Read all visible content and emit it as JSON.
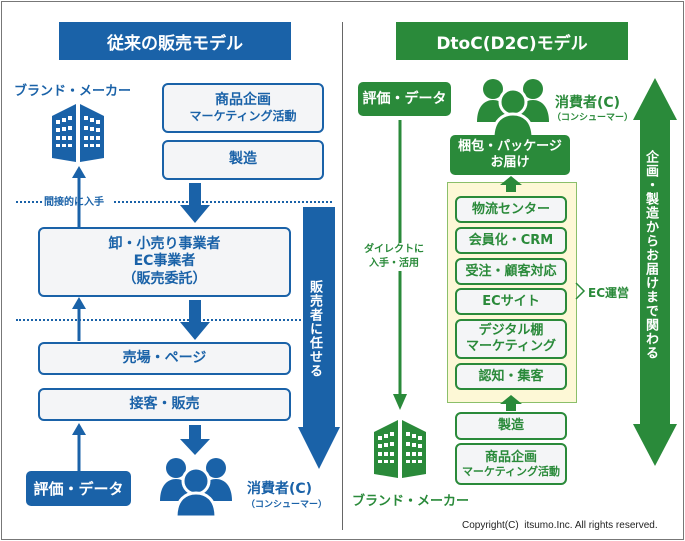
{
  "colors": {
    "traditional_blue": "#1a62a8",
    "d2c_green": "#2a8a3a",
    "ec_panel_bg": "#fdf8d6",
    "box_bg": "#f4f5f7"
  },
  "traditional": {
    "title": "従来の販売モデル",
    "brand_label": "ブランド・メーカー",
    "planning_line1": "商品企画",
    "planning_line2": "マーケティング活動",
    "manufacturing": "製造",
    "indirect_label": "間接的に入手",
    "retailer_line1": "卸・小売り事業者",
    "retailer_line2": "EC事業者",
    "retailer_line3": "（販売委託）",
    "sales_floor": "売場・ページ",
    "customer_service": "接客・販売",
    "feedback": "評価・データ",
    "consumer_label": "消費者(C)",
    "consumer_sub": "（コンシューマー）",
    "delegate_arrow_text": "販売者に任せる",
    "icons": [
      "building-icon",
      "people-icon",
      "arrow-down-icon",
      "arrow-up-icon"
    ]
  },
  "d2c": {
    "title": "DtoC(D2C)モデル",
    "feedback": "評価・データ",
    "consumer_label": "消費者(C)",
    "consumer_sub": "（コンシューマー）",
    "delivery_line1": "梱包・パッケージ",
    "delivery_line2": "お届け",
    "direct_label_line1": "ダイレクトに",
    "direct_label_line2": "入手・活用",
    "ec_steps": [
      "物流センター",
      "会員化・CRM",
      "受注・顧客対応",
      "ECサイト",
      "デジタル棚\nマーケティング",
      "認知・集客"
    ],
    "ec_label": "EC運営",
    "manufacturing": "製造",
    "planning_line1": "商品企画",
    "planning_line2": "マーケティング活動",
    "brand_label": "ブランド・メーカー",
    "involve_arrow_text": "企画・製造からお届けまで関わる",
    "icons": [
      "building-icon",
      "people-icon",
      "double-arrow-icon"
    ]
  },
  "footer": {
    "copyright": "Copyright(C)  itsumo.Inc. All rights reserved."
  }
}
